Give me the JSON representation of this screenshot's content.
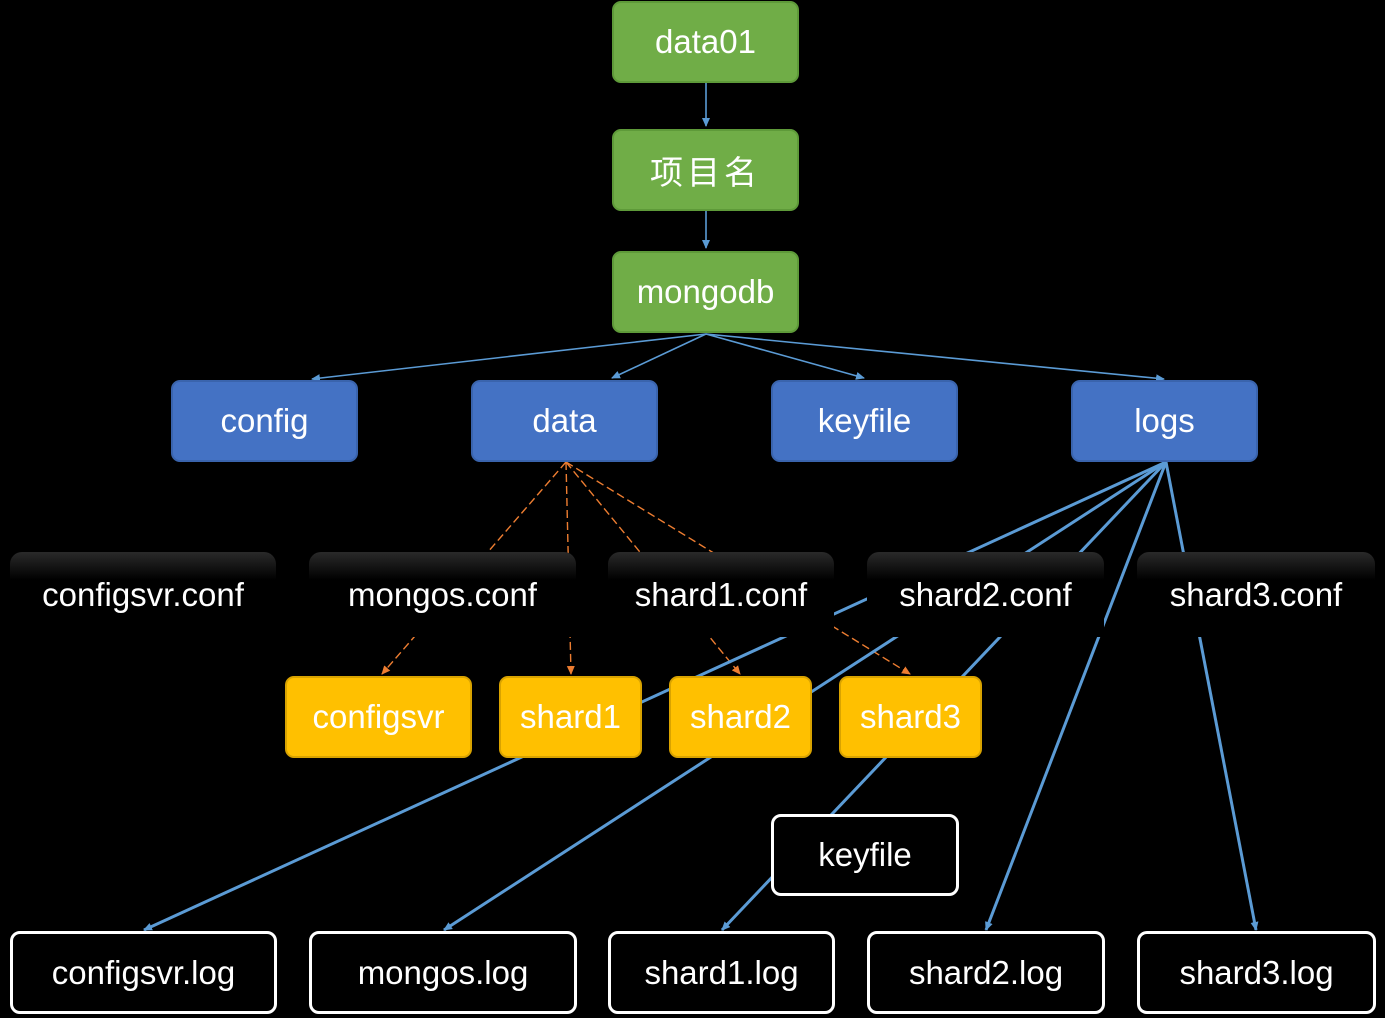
{
  "colors": {
    "green": "#70ad47",
    "blue": "#4472c4",
    "yellow": "#ffc000",
    "edge_blue": "#5b9bd5",
    "edge_orange": "#ed7d31",
    "text": "#ffffff",
    "background": "#000000"
  },
  "nodes": {
    "data01": "data01",
    "project": "项目名",
    "mongodb": "mongodb",
    "config": "config",
    "data": "data",
    "keyfile_dir": "keyfile",
    "logs": "logs",
    "configsvr_conf": "configsvr.conf",
    "mongos_conf": "mongos.conf",
    "shard1_conf": "shard1.conf",
    "shard2_conf": "shard2.conf",
    "shard3_conf": "shard3.conf",
    "configsvr": "configsvr",
    "shard1": "shard1",
    "shard2": "shard2",
    "shard3": "shard3",
    "keyfile_file": "keyfile",
    "configsvr_log": "configsvr.log",
    "mongos_log": "mongos.log",
    "shard1_log": "shard1.log",
    "shard2_log": "shard2.log",
    "shard3_log": "shard3.log"
  }
}
